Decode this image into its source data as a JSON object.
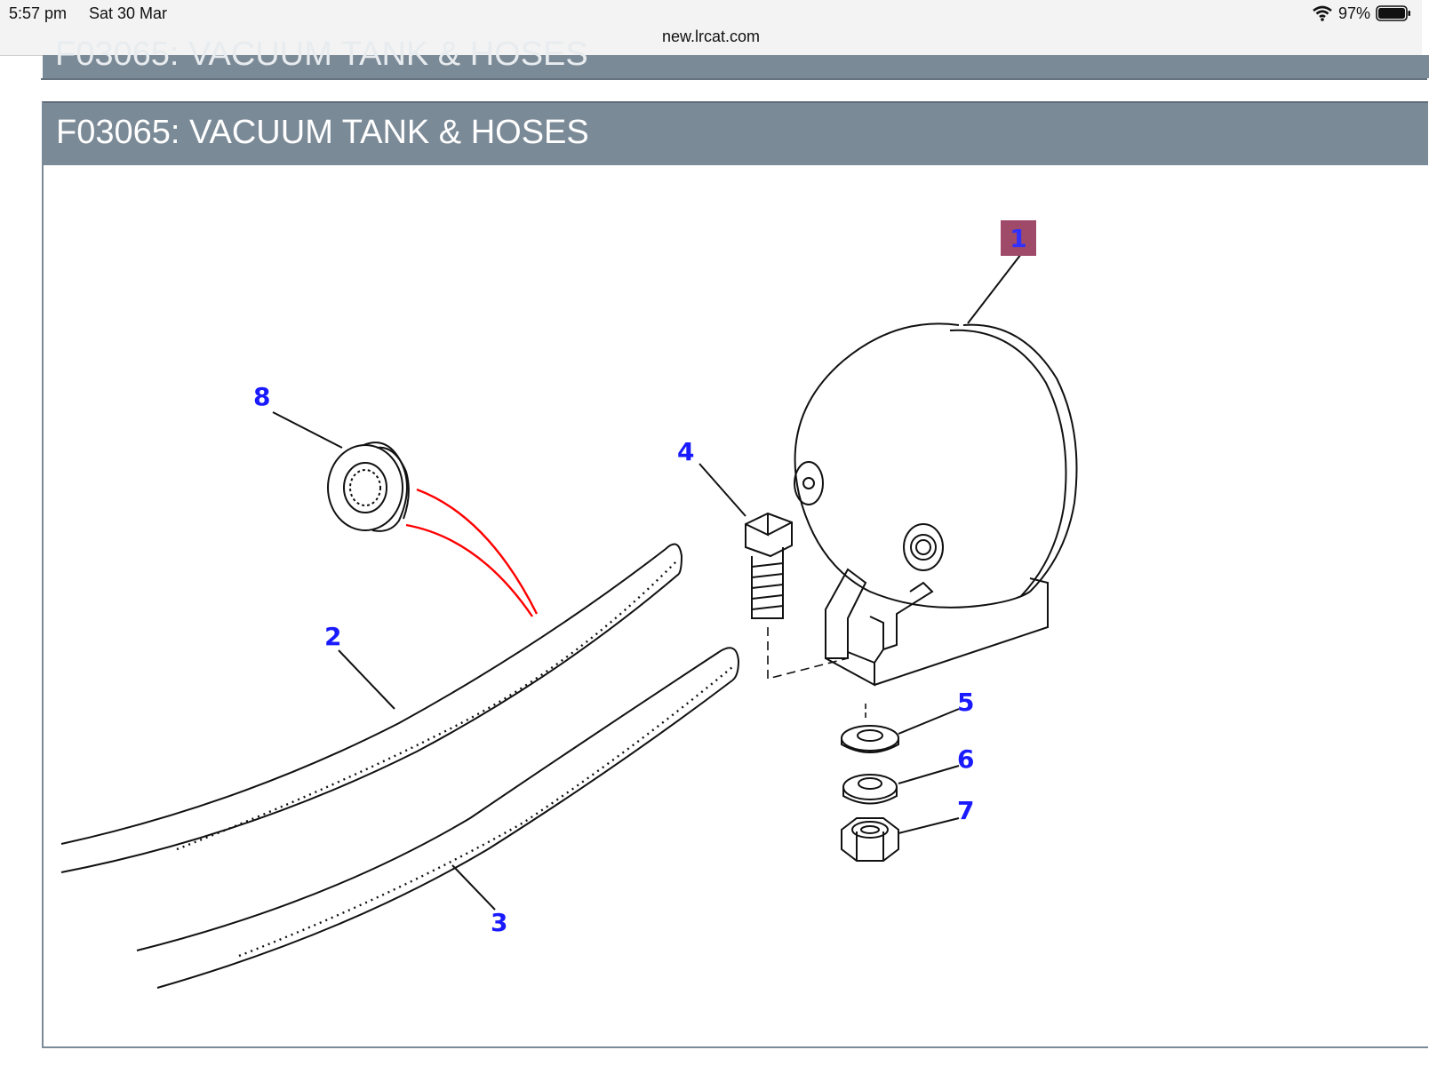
{
  "statusbar": {
    "time": "5:57 pm",
    "date": "Sat 30 Mar",
    "battery": "97%",
    "icons": [
      "wifi-icon",
      "battery-icon"
    ]
  },
  "browser": {
    "url": "new.lrcat.com"
  },
  "previous_section": {
    "title": "F03065: VACUUM TANK & HOSES"
  },
  "section": {
    "title": "F03065: VACUUM TANK & HOSES",
    "callouts": [
      "1",
      "2",
      "3",
      "4",
      "5",
      "6",
      "7",
      "8"
    ]
  },
  "colors": {
    "header": "#7b8a97",
    "callout": "#1a1aff",
    "highlight": "#a04a6a",
    "annotation": "#ff0000"
  }
}
